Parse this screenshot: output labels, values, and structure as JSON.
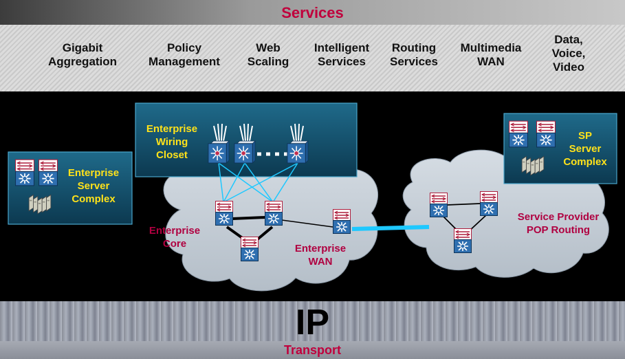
{
  "header": {
    "title": "Services"
  },
  "services": [
    "Gigabit\nAggregation",
    "Policy\nManagement",
    "Web\nScaling",
    "Intelligent\nServices",
    "Routing\nServices",
    "Multimedia\nWAN",
    "Data,\nVoice,\nVideo"
  ],
  "labels": {
    "enterprise_wiring_closet": "Enterprise\nWiring\nCloset",
    "enterprise_server_complex": "Enterprise\nServer\nComplex",
    "sp_server_complex": "SP\nServer\nComplex",
    "enterprise_core": "Enterprise\nCore",
    "enterprise_wan": "Enterprise\nWAN",
    "service_provider_pop": "Service Provider\nPOP Routing"
  },
  "footer": {
    "ip": "IP",
    "transport": "Transport"
  },
  "colors": {
    "accent_red": "#c0003c",
    "label_yellow": "#ffe21a",
    "link_cyan": "#1ec8ff",
    "panel": "#0f4a66"
  }
}
